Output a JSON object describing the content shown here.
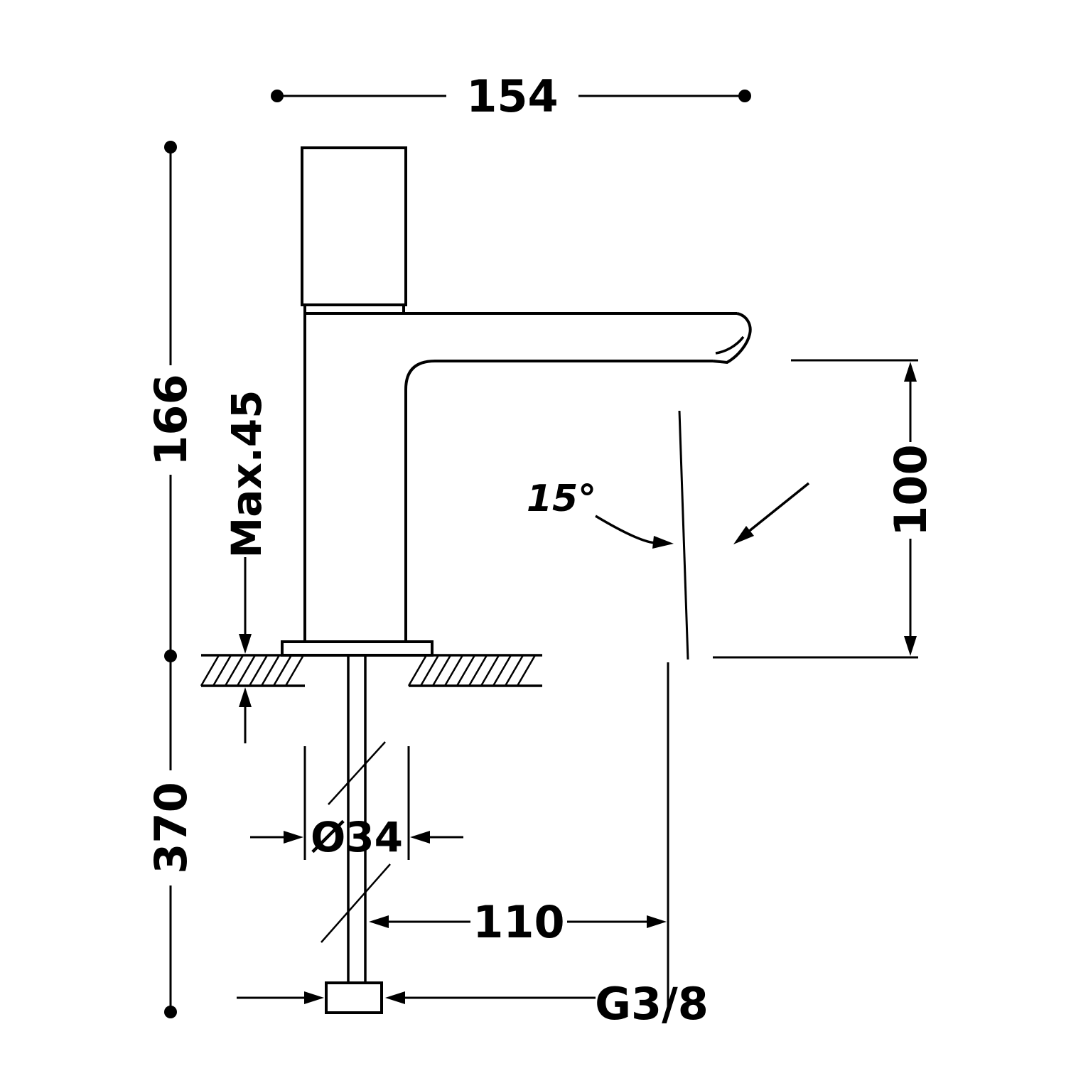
{
  "drawing": {
    "labels": {
      "overall_depth": "154",
      "height_above_deck": "166",
      "max_deck_thickness": "Max.45",
      "spout_height": "100",
      "spout_angle": "15°",
      "length_below_deck": "370",
      "hole_diameter": "Ø34",
      "spout_reach": "110",
      "thread": "G3/8"
    },
    "values": {
      "overall_depth": 154,
      "height_above_deck": 166,
      "max_deck_thickness": 45,
      "spout_height": 100,
      "spout_angle_deg": 15,
      "length_below_deck": 370,
      "hole_diameter": 34,
      "spout_reach": 110,
      "thread": "G3/8"
    },
    "colors": {
      "line": "#000000",
      "background": "#ffffff"
    }
  }
}
